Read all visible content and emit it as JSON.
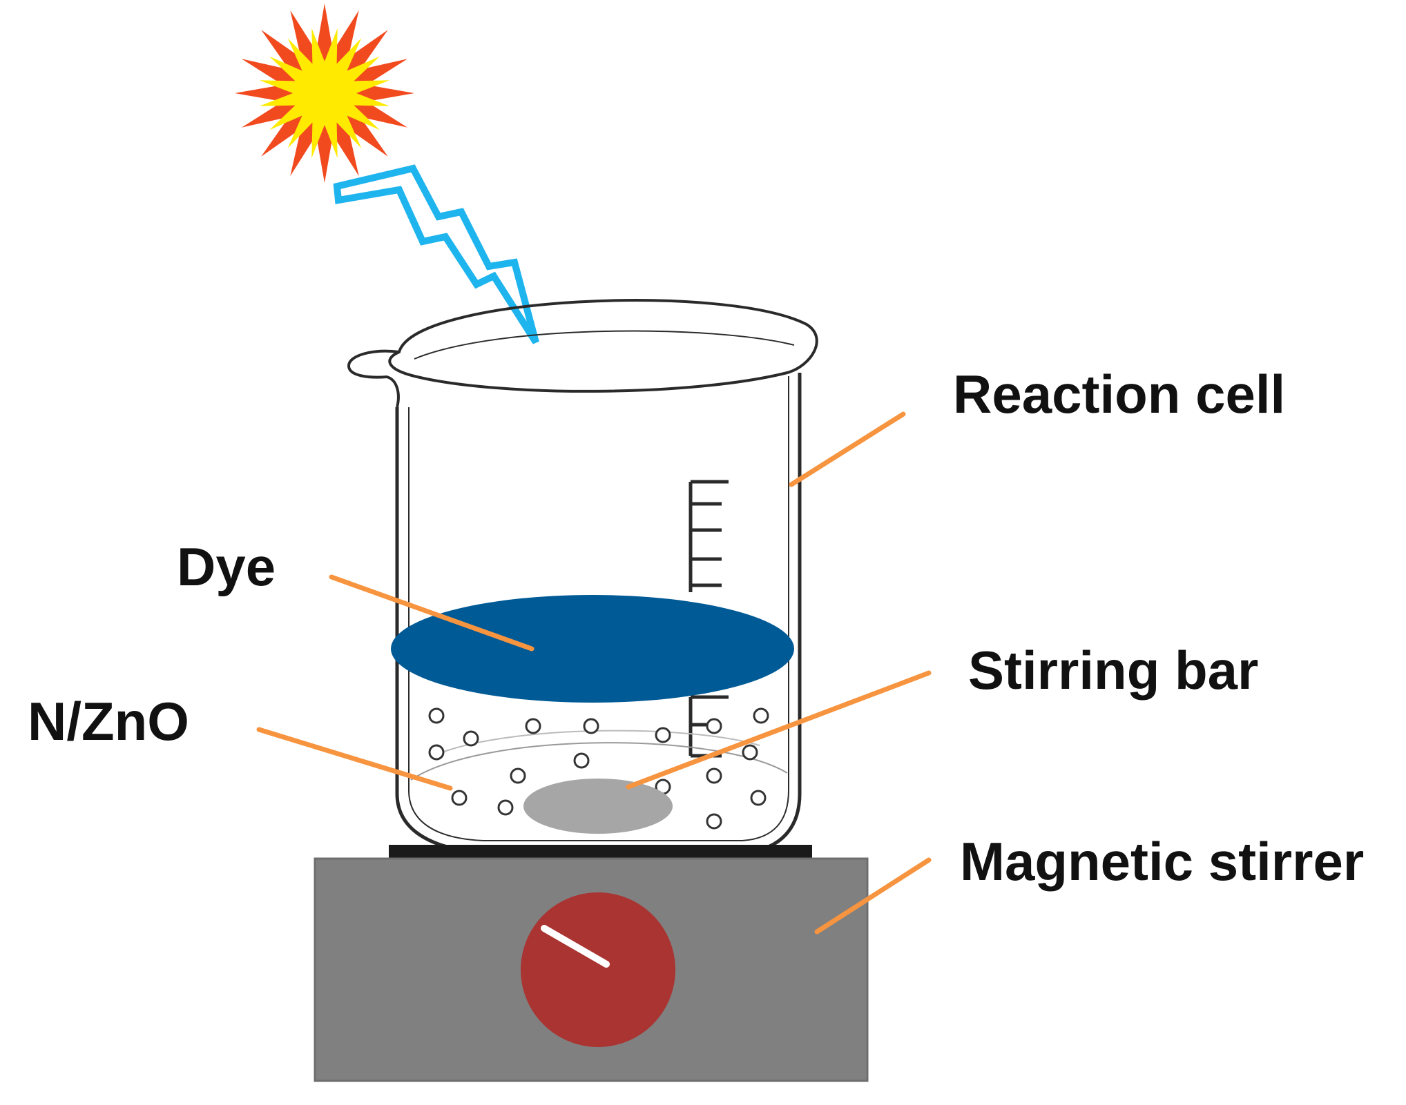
{
  "labels": {
    "reaction_cell": "Reaction cell",
    "dye": "Dye",
    "stirring_bar": "Stirring bar",
    "n_zno": "N/ZnO",
    "magnetic_stirrer": "Magnetic stirrer"
  },
  "icons": {
    "light_source": "sun-burst-icon",
    "light_ray": "lightning-bolt-icon"
  },
  "colors": {
    "leader_line": "#f7943f",
    "dye_layer": "#005a96",
    "stirring_bar": "#a6a6a6",
    "stirrer_body": "#808080",
    "stirrer_knob": "#a93431",
    "lightning": "#1eb4ee",
    "sun_outer": "#f24a1f",
    "sun_inner": "#ffea00"
  }
}
